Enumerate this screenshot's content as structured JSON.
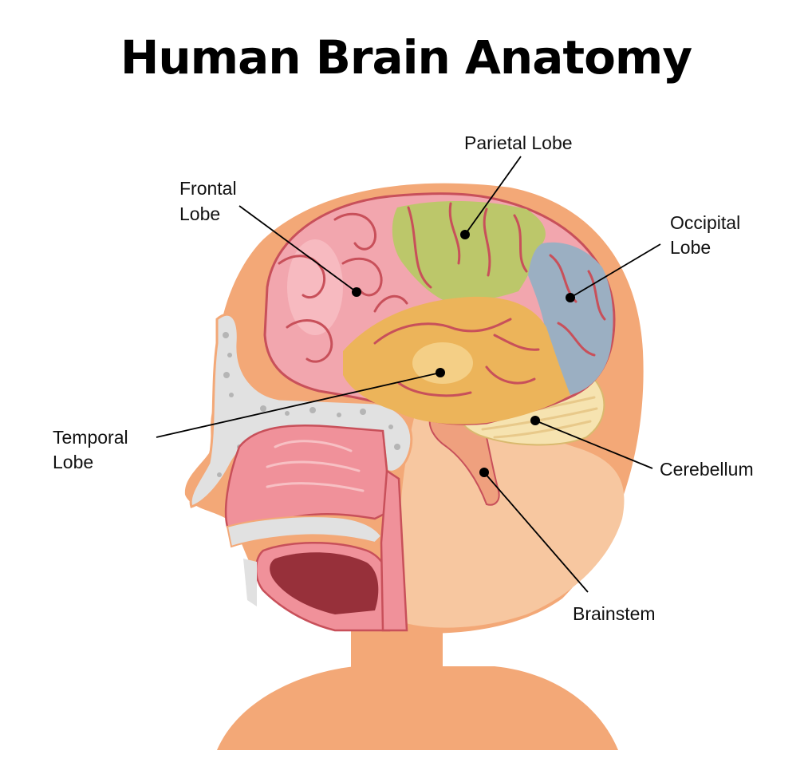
{
  "title": "Human Brain Anatomy",
  "labels": {
    "frontal_line1": "Frontal",
    "frontal_line2": "Lobe",
    "parietal": "Parietal Lobe",
    "occipital_line1": "Occipital",
    "occipital_line2": "Lobe",
    "temporal_line1": "Temporal",
    "temporal_line2": "Lobe",
    "cerebellum": "Cerebellum",
    "brainstem": "Brainstem"
  },
  "colors": {
    "skin": "#F3A877",
    "skull_shade": "#F7C7A0",
    "frontal_lobe": "#F2A6AE",
    "parietal_lobe": "#BCC76A",
    "occipital_lobe": "#9BAFC2",
    "temporal_lobe": "#ECB45A",
    "cerebellum": "#F6E3B0",
    "brainstem": "#EFA07E",
    "outline": "#C8505A",
    "mouth": "#97303A",
    "bone": "#E1E1E1"
  }
}
